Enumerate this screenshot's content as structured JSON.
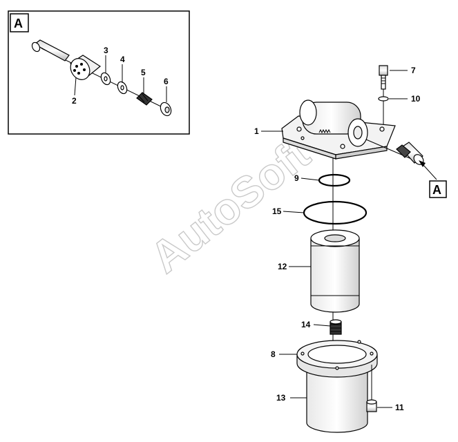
{
  "watermark": "AutoSoft",
  "detail": {
    "letter": "A"
  },
  "callout": {
    "letter": "A"
  },
  "labels": {
    "p1": "1",
    "p2": "2",
    "p3": "3",
    "p4": "4",
    "p5": "5",
    "p6": "6",
    "p7": "7",
    "p8": "8",
    "p9": "9",
    "p10": "10",
    "p11": "11",
    "p12": "12",
    "p13": "13",
    "p14": "14",
    "p15": "15"
  }
}
